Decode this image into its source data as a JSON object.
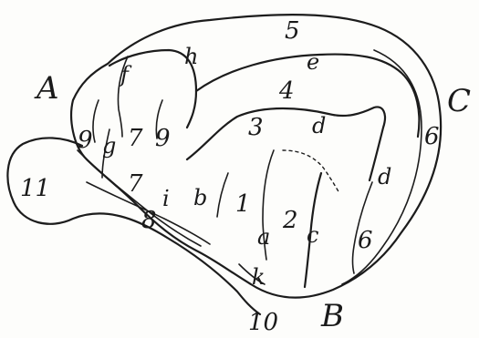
{
  "corner_labels": {
    "A": "A",
    "B": "B",
    "C": "C"
  },
  "numbers": {
    "n1": "1",
    "n2": "2",
    "n3": "3",
    "n4": "4",
    "n5": "5",
    "n6a": "6",
    "n6b": "6",
    "n7a": "7",
    "n7b": "7",
    "n8": "8",
    "n9a": "9",
    "n9b": "9",
    "n10": "10",
    "n11": "11"
  },
  "letters": {
    "a": "a",
    "b": "b",
    "c": "c",
    "d1": "d",
    "d2": "d",
    "e": "e",
    "f": "f",
    "g": "g",
    "h": "h",
    "i": "i",
    "k": "k"
  }
}
